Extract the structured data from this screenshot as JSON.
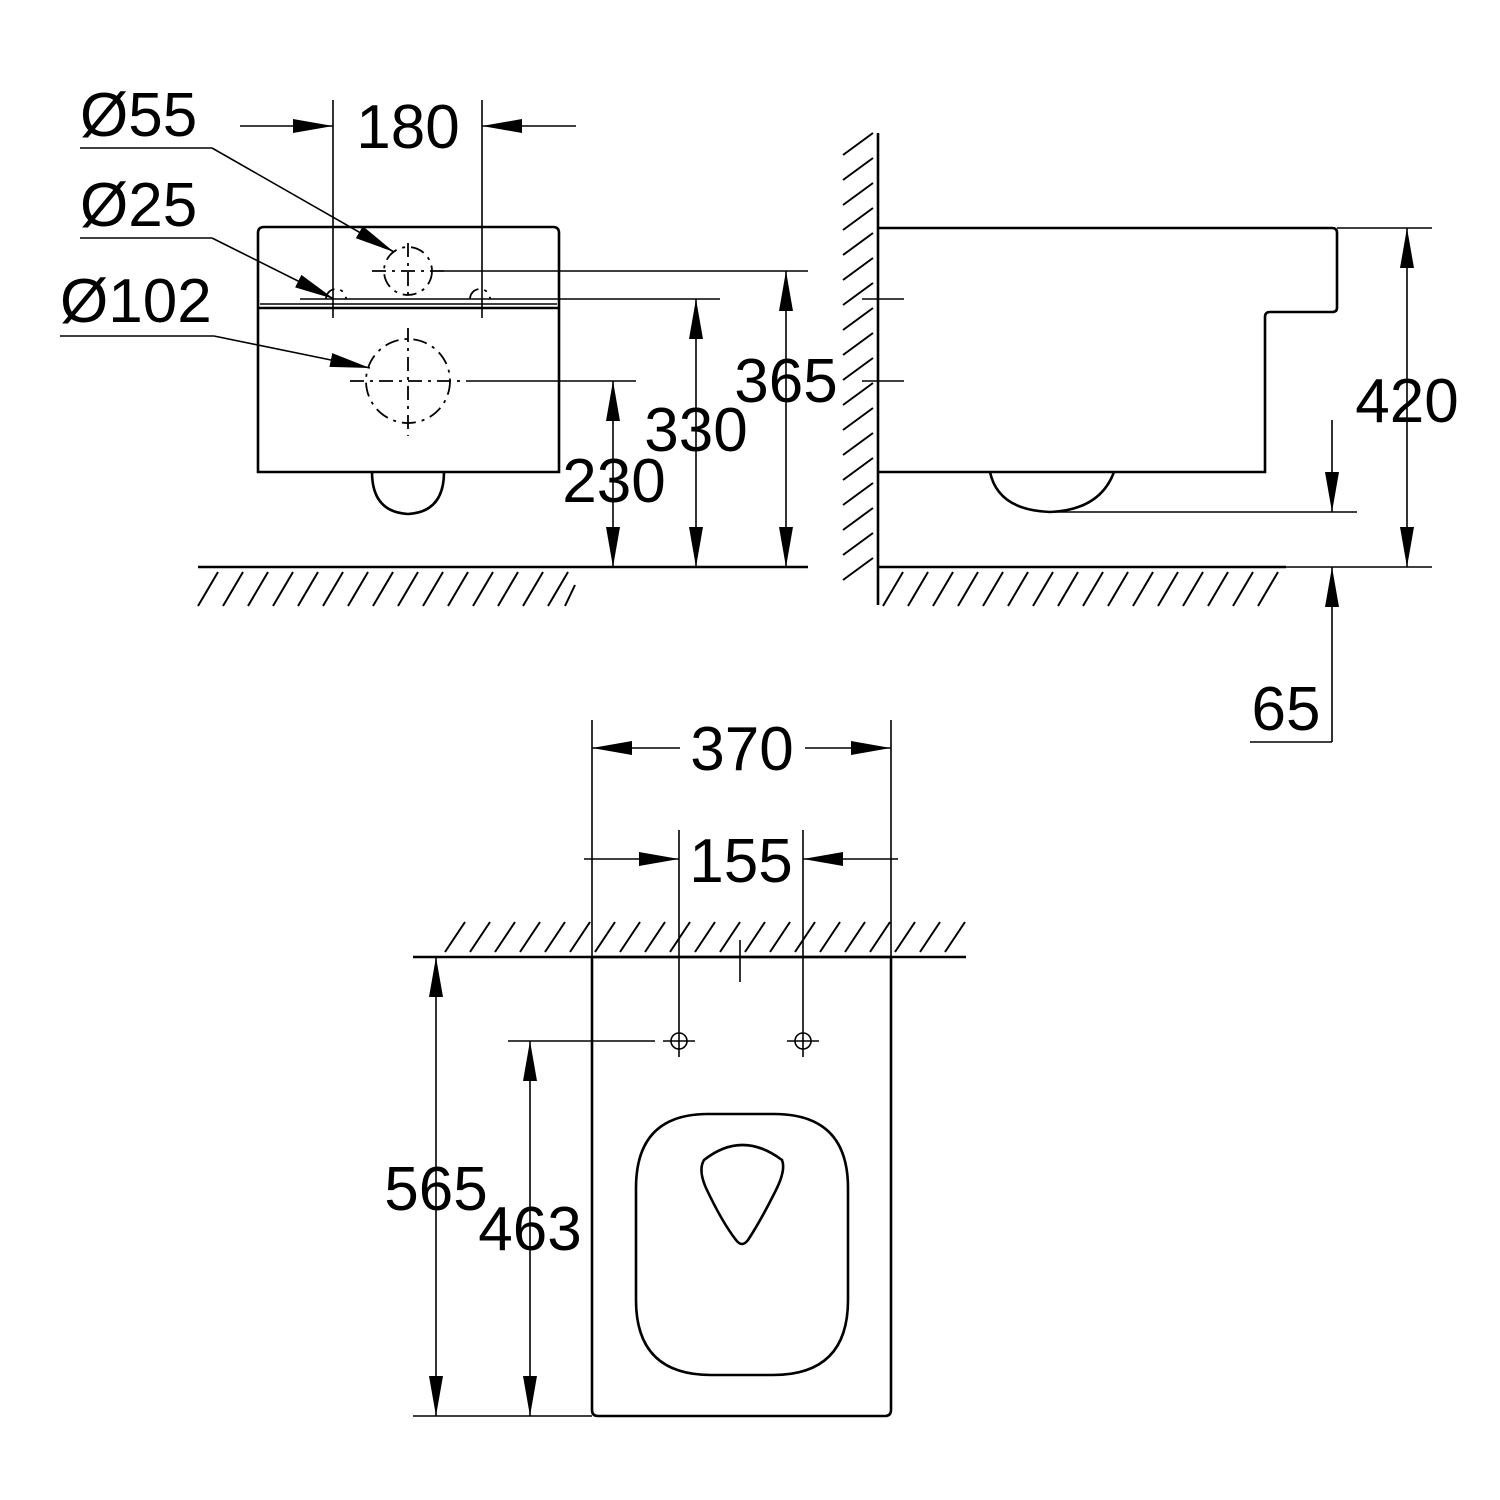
{
  "dimensions": {
    "d55": "Ø55",
    "d25": "Ø25",
    "d102": "Ø102",
    "w180": "180",
    "h365": "365",
    "h330": "330",
    "h230": "230",
    "h420": "420",
    "h65": "65",
    "w370": "370",
    "w155": "155",
    "l565": "565",
    "l463": "463"
  }
}
